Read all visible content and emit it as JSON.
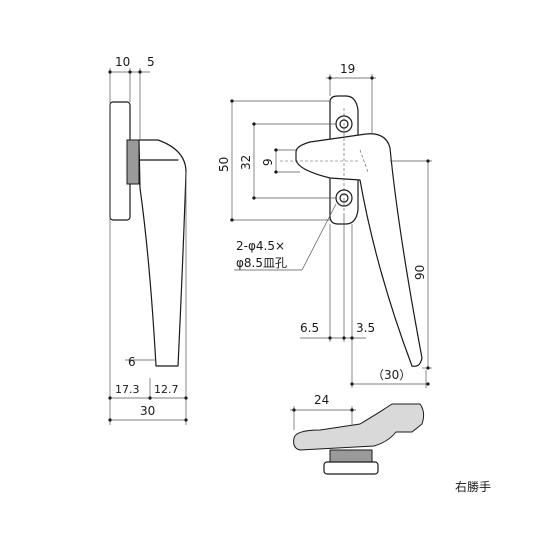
{
  "side_view": {
    "dim_top_left": "10",
    "dim_top_right": "5",
    "dim_6": "6",
    "dim_17_3": "17.3",
    "dim_12_7": "12.7",
    "dim_30": "30"
  },
  "front_view": {
    "dim_19": "19",
    "dim_50": "50",
    "dim_32": "32",
    "dim_9": "9",
    "dim_90": "90",
    "hole_note_line1": "2-φ4.5×",
    "hole_note_line2": "φ8.5皿孔",
    "dim_6_5": "6.5",
    "dim_3_5": "3.5",
    "dim_30_ref": "（30）"
  },
  "bottom_view": {
    "dim_24": "24"
  },
  "hand_note": "右勝手"
}
